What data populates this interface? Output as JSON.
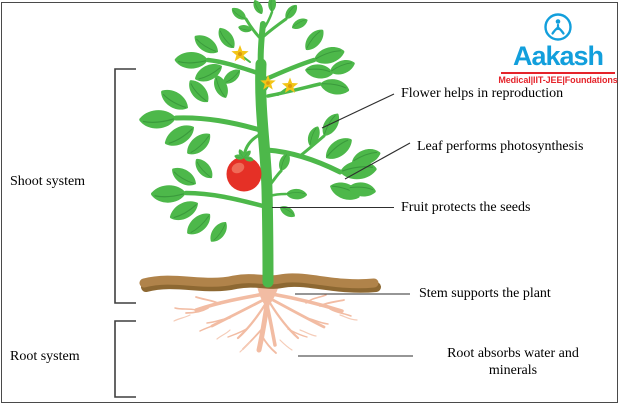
{
  "frame": {
    "border_color": "#4a4a4a",
    "background": "#ffffff"
  },
  "logo": {
    "brand": "Aakash",
    "tagline": "Medical|IIT-JEE|Foundations",
    "brand_color": "#129fdc",
    "accent_red": "#e5242b",
    "icon": "aakash-person-in-circle-icon"
  },
  "systems": [
    {
      "id": "shoot",
      "label": "Shoot system"
    },
    {
      "id": "root",
      "label": "Root system"
    }
  ],
  "callouts": [
    {
      "id": "flower",
      "text": "Flower helps in reproduction"
    },
    {
      "id": "leaf",
      "text": "Leaf performs photosynthesis"
    },
    {
      "id": "fruit",
      "text": "Fruit protects the seeds"
    },
    {
      "id": "stem",
      "text": "Stem supports the plant"
    },
    {
      "id": "root",
      "text": "Root absorbs water and minerals"
    }
  ],
  "plant": {
    "stem_color": "#4db84a",
    "leaf_color": "#4db84a",
    "leaf_vein_color": "#3a9a3c",
    "flower_color": "#f3c517",
    "flower_center_color": "#db9b10",
    "fruit_color": "#e53026",
    "fruit_highlight_color": "#ef6a57",
    "soil_color": "#b0834a",
    "soil_shadow_color": "#8d6832",
    "root_color": "#f2bca3",
    "leader_line_color": "#2e2e2e",
    "bracket_color": "#3f3f3f"
  }
}
